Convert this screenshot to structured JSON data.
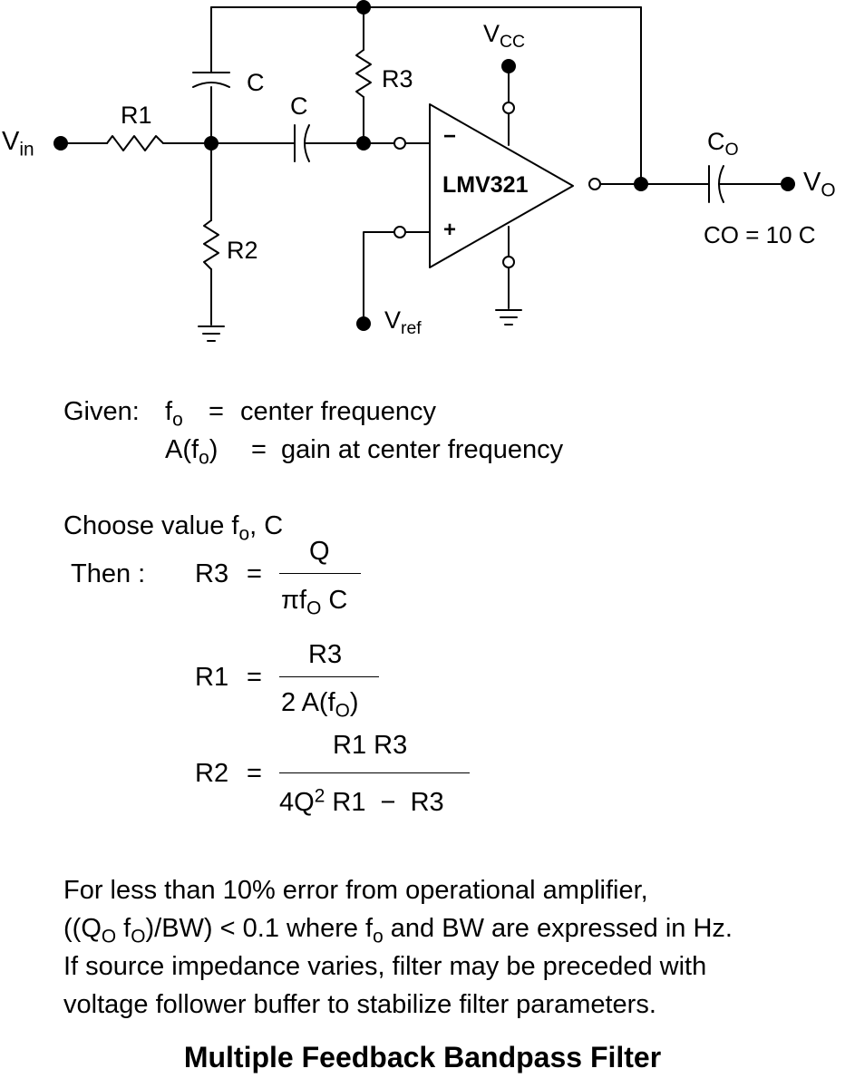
{
  "circuit": {
    "vin": {
      "main": "V",
      "sub": "in"
    },
    "vout": {
      "main": "V",
      "sub": "O"
    },
    "vcc": {
      "main": "V",
      "sub": "CC"
    },
    "vref": {
      "main": "V",
      "sub": "ref"
    },
    "r1": "R1",
    "r2": "R2",
    "r3": "R3",
    "c_top": "C",
    "c_mid": "C",
    "co": {
      "main": "C",
      "sub": "O"
    },
    "co_note": "CO = 10 C",
    "opamp": "LMV321",
    "minus": "−",
    "plus": "+"
  },
  "given": {
    "label": "Given:",
    "fo": {
      "main": "f",
      "sub": "o",
      "eq": "=",
      "desc": "center frequency"
    },
    "afo": {
      "pre": "A(f",
      "sub": "o",
      "post": ")",
      "eq": "=",
      "desc": "gain at center frequency"
    }
  },
  "choose": {
    "pre": "Choose value f",
    "sub": "o",
    "post": ", C"
  },
  "then_label": "Then :",
  "eq_r3": {
    "lhs": "R3",
    "eq": "=",
    "num": "Q",
    "den_pre": "πf",
    "den_sub": "O",
    "den_post": " C"
  },
  "eq_r1": {
    "lhs": "R1",
    "eq": "=",
    "num": "R3",
    "den_pre": "2 A(f",
    "den_sub": "O",
    "den_post": ")"
  },
  "eq_r2": {
    "lhs": "R2",
    "eq": "=",
    "num": "R1 R3",
    "den_pre": "4Q",
    "den_sup": "2",
    "den_post": " R1  −  R3"
  },
  "notes": {
    "line1": "For less than 10% error from operational amplifier,",
    "line2_a": "((Q",
    "line2_s1": "O",
    "line2_b": " f",
    "line2_s2": "O",
    "line2_c": ")/BW) < 0.1 where f",
    "line2_s3": "o",
    "line2_d": " and BW are expressed in Hz.",
    "line3": "If source impedance varies, filter may be preceded with",
    "line4": "voltage follower buffer to stabilize filter parameters."
  },
  "title": "Multiple Feedback Bandpass Filter"
}
